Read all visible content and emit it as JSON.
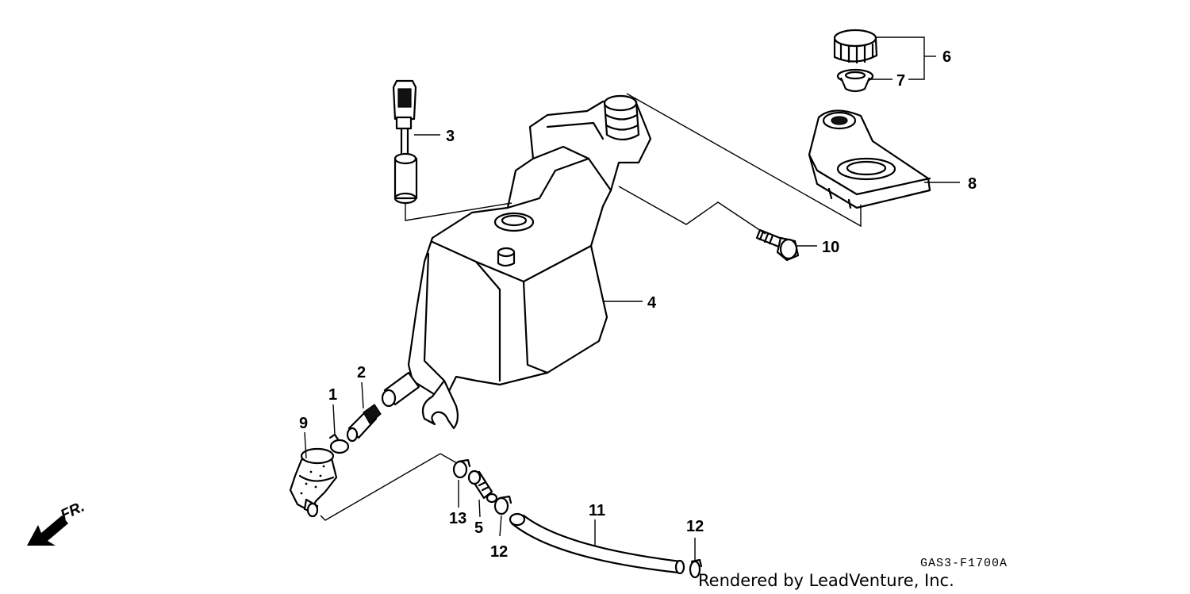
{
  "callouts": {
    "c1": "1",
    "c2": "2",
    "c3": "3",
    "c4": "4",
    "c5": "5",
    "c6": "6",
    "c7": "7",
    "c8": "8",
    "c9": "9",
    "c10": "10",
    "c11": "11",
    "c12a": "12",
    "c12b": "12",
    "c13": "13"
  },
  "direction_label": "FR.",
  "diagram_code": "GAS3-F1700A",
  "credit": "Rendered by LeadVenture, Inc."
}
